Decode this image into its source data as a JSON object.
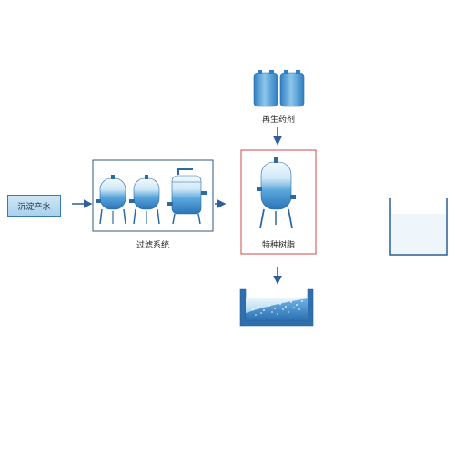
{
  "labels": {
    "influent": "沉淀产水",
    "filtration": "过滤系统",
    "regen_agent": "再生药剂",
    "resin": "特种树脂"
  },
  "colors": {
    "arrow": "#2f5f9a",
    "tank_dark": "#3f8fd0",
    "tank_light": "#cfe8f7",
    "frame_filter": "#335a7d",
    "frame_resin": "#d04a4a",
    "water": "#3a94d8"
  },
  "icons": [
    "drum-icon",
    "filter-tank-icon",
    "bag-filter-icon",
    "resin-tank-icon",
    "settling-basin-icon",
    "water-tank-icon"
  ]
}
